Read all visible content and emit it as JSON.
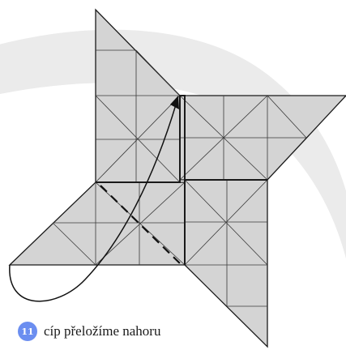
{
  "step": {
    "number": "11",
    "instruction": "cíp přeložíme nahoru"
  },
  "colors": {
    "paper": "#d4d4d4",
    "outline": "#1a1a1a",
    "crease": "#3a3a3a",
    "background_swoosh": "#ebebeb",
    "badge": "#6b8ef0"
  },
  "icons": {
    "fold_arrow": "curved-arrow",
    "fold_line": "dashed-valley-fold-line"
  }
}
